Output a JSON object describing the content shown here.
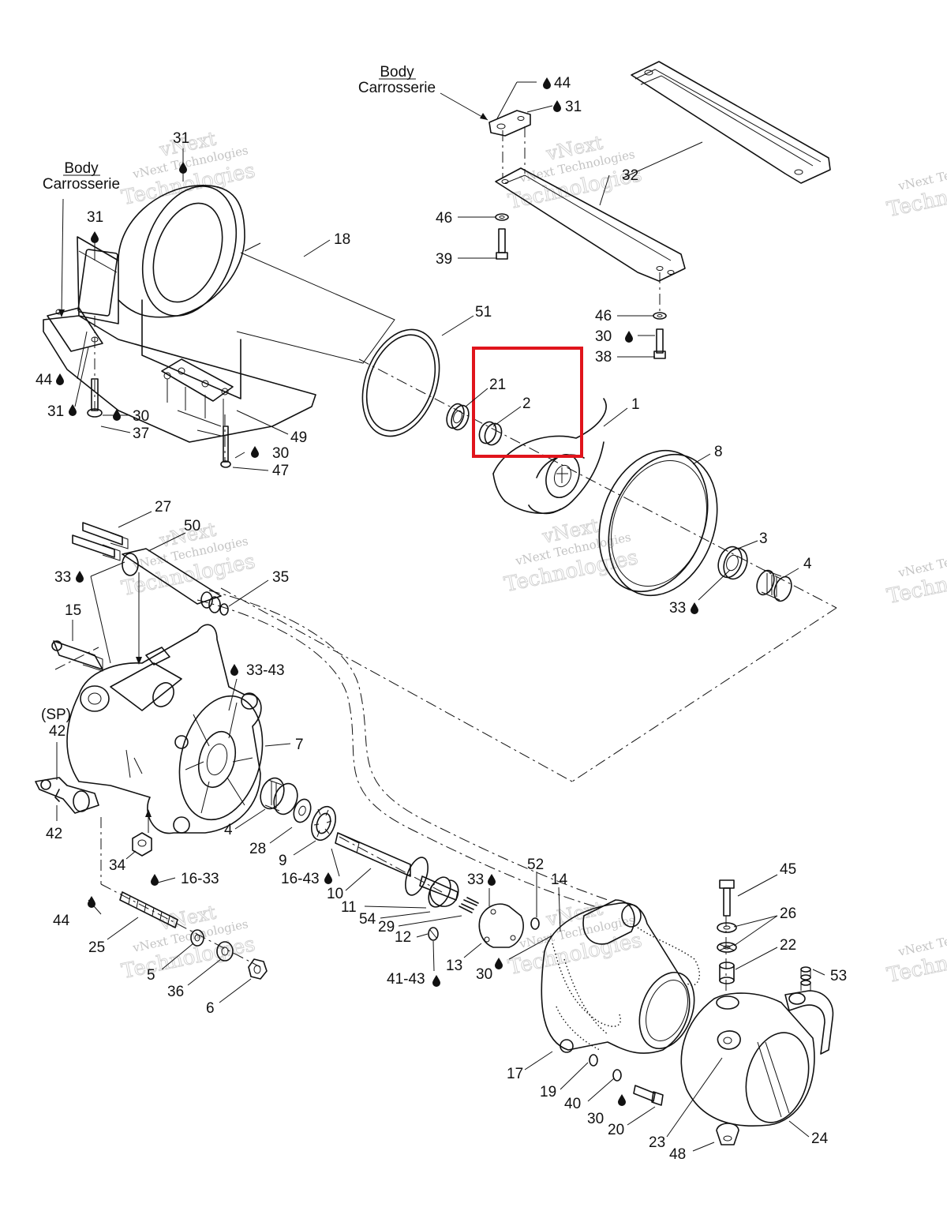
{
  "body_label_right": {
    "en": "Body",
    "fr": "Carrosserie"
  },
  "body_label_left": {
    "en": "Body",
    "fr": "Carrosserie"
  },
  "watermark": {
    "line1": "vNext Technologies",
    "line2": "Technologies",
    "line3": "vNext"
  },
  "highlight_color": "#e0141c",
  "labels": {
    "l44a": "44",
    "l31a": "31",
    "l31b": "31",
    "l31c": "31",
    "l32": "32",
    "l46a": "46",
    "l39": "39",
    "l18": "18",
    "l51": "51",
    "l46b": "46",
    "l30a": "30",
    "l38": "38",
    "l44b": "44",
    "l31d": "31",
    "l30b": "30",
    "l37": "37",
    "l49": "49",
    "l30c": "30",
    "l47": "47",
    "l21": "21",
    "l2": "2",
    "l1": "1",
    "l8": "8",
    "l3": "3",
    "l4a": "4",
    "l33a": "33",
    "l27": "27",
    "l50": "50",
    "l33b": "33",
    "l35": "35",
    "l15": "15",
    "l33_43": "33-43",
    "lSP": "(SP)",
    "l42a": "42",
    "l7": "7",
    "l42b": "42",
    "l4b": "4",
    "l28": "28",
    "l34": "34",
    "l9": "9",
    "l16_43": "16-43",
    "l10": "10",
    "l16_33": "16-33",
    "l44c": "44",
    "l25": "25",
    "l5": "5",
    "l36": "36",
    "l6": "6",
    "l11": "11",
    "l54": "54",
    "l29": "29",
    "l12": "12",
    "l41_43": "41-43",
    "l13": "13",
    "l33c": "33",
    "l52": "52",
    "l14": "14",
    "l30d": "30",
    "l45": "45",
    "l26": "26",
    "l22": "22",
    "l53": "53",
    "l17": "17",
    "l19": "19",
    "l40": "40",
    "l30e": "30",
    "l20": "20",
    "l23": "23",
    "l48": "48",
    "l24": "24"
  }
}
